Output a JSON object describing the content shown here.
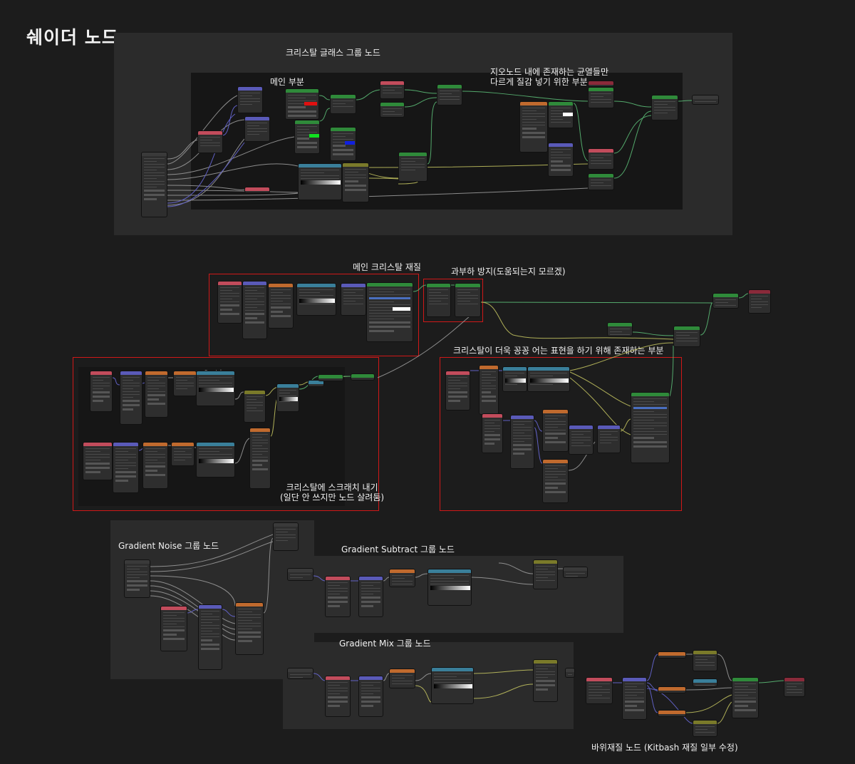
{
  "page": {
    "title": "쉐이더 노드"
  },
  "sections": {
    "crystal_glass_group": "크리스탈 글래스 그룹 노드",
    "main_part": "메인 부분",
    "geonode_crack": "지오노드 내에 존재하는 균열들만\n다르게 질감 넣기 위한 부분",
    "main_crystal_material": "메인 크리스탈 재질",
    "overload_prevent": "과부하 방지(도움되는지 모르겠)",
    "crystal_detail": "크리스탈이 더욱 꽁꽁 어는 표현을 하기 위해 존재하는 부분",
    "scratch_title": "Scratch",
    "scratch_note": "크리스탈에 스크래치 내기\n(일단 안 쓰지만 노드 살려둠)",
    "gradient_noise_group": "Gradient Noise 그룹 노드",
    "gradient_subtract_group": "Gradient Subtract 그룹 노드",
    "gradient_mix_group": "Gradient Mix 그룹 노드",
    "rock_material": "바위재질 노드 (Kitbash 재질 일부 수정)"
  },
  "header_colors": {
    "input": "#c24c5c",
    "shader": "#2f8a3a",
    "texture": "#c06a2e",
    "vector": "#5a5ab8",
    "converter": "#3a7f9a",
    "color": "#7a7a2a",
    "group": "#3a3a3a",
    "output": "#8a2a3a"
  },
  "swatch_colors": {
    "red": "#e01010",
    "green": "#10e020",
    "blue": "#1020e0",
    "white": "#ffffff"
  },
  "wire_colors": {
    "shader": "#5ec27a",
    "float": "#a0a0a0",
    "color": "#c8c862",
    "vector": "#6c6ce0"
  }
}
